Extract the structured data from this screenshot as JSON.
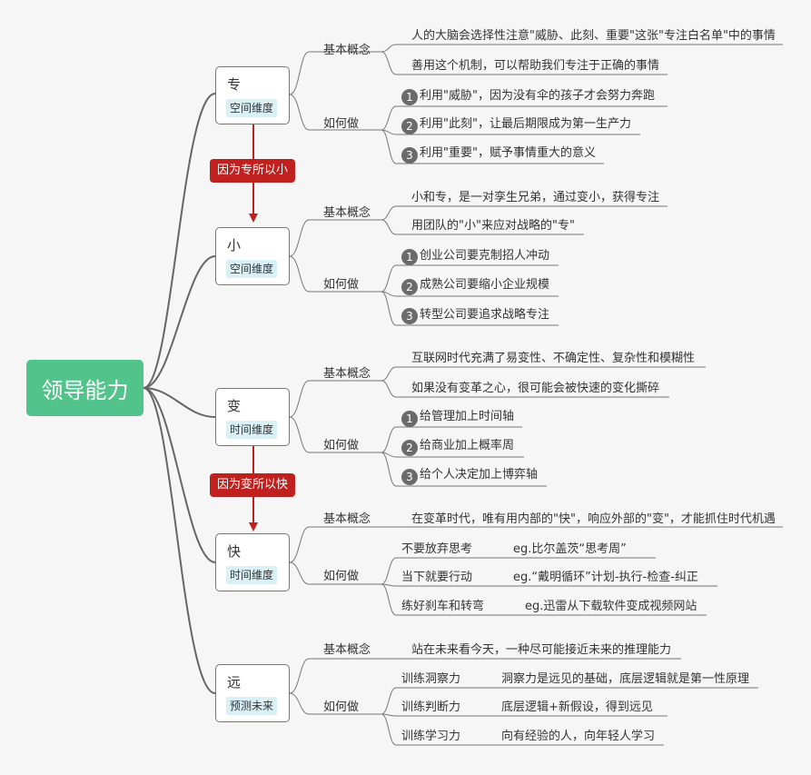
{
  "root": "领导能力",
  "nodes": [
    {
      "title": "专",
      "tag": "空间维度"
    },
    {
      "title": "小",
      "tag": "空间维度"
    },
    {
      "title": "变",
      "tag": "时间维度"
    },
    {
      "title": "快",
      "tag": "时间维度"
    },
    {
      "title": "远",
      "tag": "预测未来"
    }
  ],
  "arrows": [
    "因为专所以小",
    "因为变所以快"
  ],
  "labels": {
    "concept": "基本概念",
    "howto": "如何做"
  },
  "zhuan": {
    "concepts": [
      "人的大脑会选择性注意\"威胁、此刻、重要\"这张\"专注白名单\"中的事情",
      "善用这个机制，可以帮助我们专注于正确的事情"
    ],
    "steps": [
      "利用\"威胁\"，因为没有伞的孩子才会努力奔跑",
      "利用\"此刻\"，让最后期限成为第一生产力",
      "利用\"重要\"，赋予事情重大的意义"
    ]
  },
  "xiao": {
    "concepts": [
      "小和专，是一对孪生兄弟，通过变小，获得专注",
      "用团队的\"小\"来应对战略的\"专\""
    ],
    "steps": [
      "创业公司要克制招人冲动",
      "成熟公司要缩小企业规模",
      "转型公司要追求战略专注"
    ]
  },
  "bian": {
    "concepts": [
      "互联网时代充满了易变性、不确定性、复杂性和模糊性",
      "如果没有变革之心，很可能会被快速的变化撕碎"
    ],
    "steps": [
      "给管理加上时间轴",
      "给商业加上概率周",
      "给个人决定加上博弈轴"
    ]
  },
  "kuai": {
    "concept": "在变革时代，唯有用内部的\"快\"，响应外部的\"变\"，才能抓住时代机遇",
    "items": [
      {
        "action": "不要放弃思考",
        "example": "eg.比尔盖茨“思考周”"
      },
      {
        "action": "当下就要行动",
        "example": "eg.“戴明循环”计划-执行-检查-纠正"
      },
      {
        "action": "练好刹车和转弯",
        "example": "eg.迅雷从下载软件变成视频网站"
      }
    ]
  },
  "yuan": {
    "concept": "站在未来看今天，一种尽可能接近未来的推理能力",
    "items": [
      {
        "action": "训练洞察力",
        "detail": "洞察力是远见的基础，底层逻辑就是第一性原理"
      },
      {
        "action": "训练判断力",
        "detail": "底层逻辑+新假设，得到远见"
      },
      {
        "action": "训练学习力",
        "detail": "向有经验的人，向年轻人学习"
      }
    ]
  },
  "step_numbers": [
    "1",
    "2",
    "3"
  ],
  "colors": {
    "root": "#52c38a",
    "arrow": "#c0201e",
    "tag": "#d9f0f6",
    "line": "#666666"
  }
}
